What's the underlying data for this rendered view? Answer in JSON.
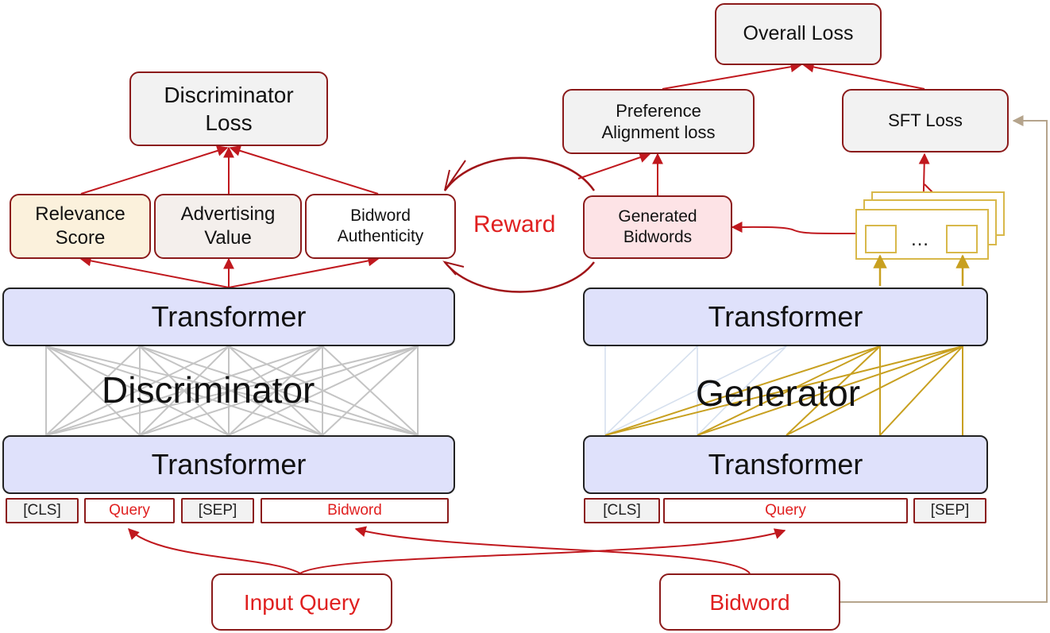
{
  "boxes": {
    "overall_loss": "Overall Loss",
    "discriminator_loss_l1": "Discriminator",
    "discriminator_loss_l2": "Loss",
    "preference_loss_l1": "Preference",
    "preference_loss_l2": "Alignment loss",
    "sft_loss": "SFT Loss",
    "relevance_l1": "Relevance",
    "relevance_l2": "Score",
    "advertising_l1": "Advertising",
    "advertising_l2": "Value",
    "authenticity_l1": "Bidword",
    "authenticity_l2": "Authenticity",
    "generated_l1": "Generated",
    "generated_l2": "Bidwords",
    "reward": "Reward",
    "input_query": "Input Query",
    "bidword": "Bidword"
  },
  "discriminator": {
    "transformer_top": "Transformer",
    "transformer_bottom": "Transformer",
    "label": "Discriminator",
    "tokens": [
      "[CLS]",
      "Query",
      "[SEP]",
      "Bidword"
    ]
  },
  "generator": {
    "transformer_top": "Transformer",
    "transformer_bottom": "Transformer",
    "label": "Generator",
    "tokens": [
      "[CLS]",
      "Query",
      "[SEP]"
    ],
    "ellipsis": "…"
  },
  "colors": {
    "box_border": "#8b1a1a",
    "arrow_red": "#c0181e",
    "transformer_fill": "#dfe1fb",
    "generator_link": "#c8a020",
    "feedback_line": "#b5a48c"
  }
}
